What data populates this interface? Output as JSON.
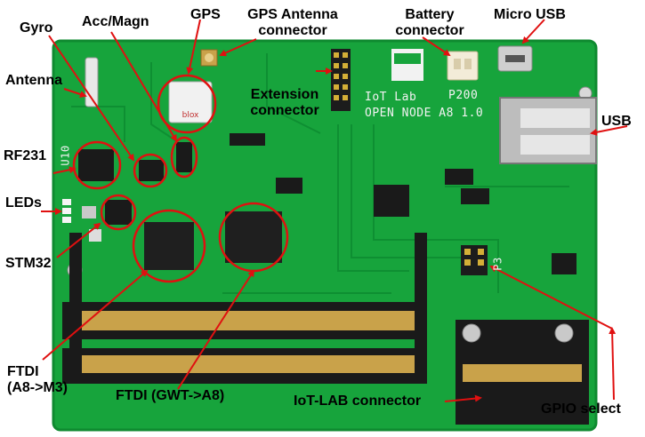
{
  "labels": {
    "gyro": "Gyro",
    "acc_magn": "Acc/Magn",
    "gps": "GPS",
    "gps_antenna_connector": [
      "GPS Antenna",
      "connector"
    ],
    "battery_connector": [
      "Battery",
      "connector"
    ],
    "micro_usb": "Micro USB",
    "antenna": "Antenna",
    "extension_connector": [
      "Extension",
      "connector"
    ],
    "usb": "USB",
    "rf231": "RF231",
    "leds": "LEDs",
    "stm32": "STM32",
    "ftdi_a8_m3": [
      "FTDI",
      "(A8->M3)"
    ],
    "ftdi_gwt_a8": "FTDI (GWT->A8)",
    "iotlab_connector": "IoT-LAB connector",
    "gpio_select": "GPIO select"
  },
  "silkscreen": {
    "board_name": [
      "IoT Lab",
      "OPEN NODE A8 1.0"
    ],
    "p200": "P200",
    "p3": "P3",
    "u10": "U10",
    "gps_module": "blox"
  },
  "colors": {
    "board": "#17a43c",
    "board_dark": "#0d7a2a",
    "annotation": "#e01010"
  }
}
